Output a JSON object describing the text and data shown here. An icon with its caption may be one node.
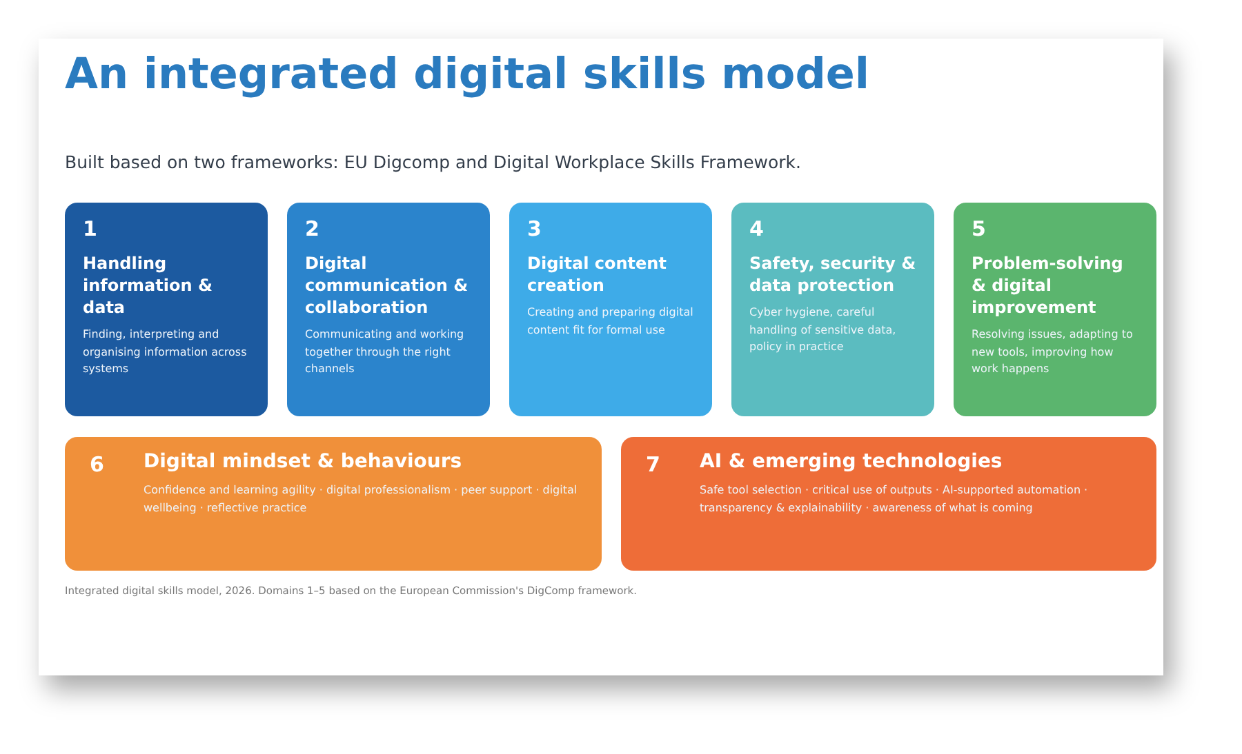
{
  "diagram": {
    "title": "An integrated digital skills model",
    "nodes": [
      {
        "text": [
          "1",
          "Handling information & data",
          "Finding, interpreting and organising information across systems"
        ]
      },
      {
        "text": [
          "2",
          "Digital communication & collaboration",
          "Communicating and working together through the right channels"
        ]
      },
      {
        "text": [
          "3",
          "Digital content creation",
          "Creating and preparing digital content fit for formal use"
        ]
      },
      {
        "text": [
          "4",
          "Safety, security & data protection",
          "Cyber hygiene, careful handling of sensitive data, policy in practice"
        ]
      },
      {
        "text": [
          "5",
          "Problem-solving & digital improvement",
          "Resolving issues, adapting to new tools, improving how work happens"
        ]
      },
      {
        "text": [
          "6",
          "Digital mindset & behaviours",
          "Confidence and learning agility · digital professionalism · peer support · digital wellbeing · reflective practice"
        ]
      },
      {
        "text": [
          "7",
          "AI & emerging technologies",
          "Safe tool selection · critical use of outputs · AI-supported automation · transparency & explainability · awareness of what is coming"
        ]
      }
    ],
    "labels": [
      "Built based on two frameworks: EU Digcomp and Digital Workplace Skills Framework.",
      "Integrated digital skills model, 2026. Domains 1–5 based on the European Commission's DigComp framework."
    ]
  }
}
